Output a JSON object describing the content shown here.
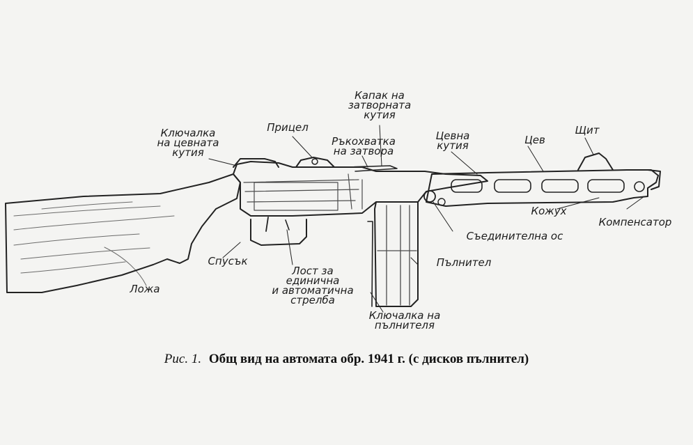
{
  "labels": {
    "cap_line1": "Капак на",
    "cap_line2": "затворната",
    "cap_line3": "кутия",
    "key_line1": "Ключалка",
    "key_line2": "на цевната",
    "key_line3": "кутия",
    "sight": "Прицел",
    "handle_line1": "Ръкохватка",
    "handle_line2": "на затвора",
    "barrel_box_line1": "Цевна",
    "barrel_box_line2": "кутия",
    "barrel": "Цев",
    "shield": "Щит",
    "casing": "Кожух",
    "compensator": "Компенсатор",
    "joint_axis": "Съединителна ос",
    "magazine": "Пълнител",
    "trigger": "Спусък",
    "stock": "Ложа",
    "lever_line1": "Лост за",
    "lever_line2": "единична",
    "lever_line3": "и автоматична",
    "lever_line4": "стрелба",
    "mag_key_line1": "Ключалка на",
    "mag_key_line2": "пълнителя"
  },
  "caption": {
    "figure": "Рис. 1.",
    "text": "Общ вид на автомата обр. 1941 г. (с дисков пълнител)"
  }
}
